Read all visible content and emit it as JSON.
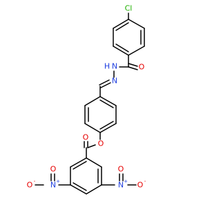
{
  "colors": {
    "bond": "#000000",
    "chlorine": "#1fb000",
    "oxygen": "#e60000",
    "nitrogen": "#1f3fe0"
  },
  "atoms": {
    "cl": "Cl",
    "o_amide": "O",
    "nh": "H",
    "n_amide": "N",
    "n_imine": "N",
    "o_ester_bridge": "O",
    "o_ester_carbonyl": "O",
    "n_nitro_left": "N",
    "n_nitro_left_charge": "+",
    "o_nitro_left_top": "O",
    "o_nitro_left_side": "O",
    "o_nitro_left_side_charge": "-",
    "n_nitro_right": "N",
    "n_nitro_right_charge": "+",
    "o_nitro_right_top": "O",
    "o_nitro_right_side": "O",
    "o_nitro_right_side_charge": "-"
  }
}
